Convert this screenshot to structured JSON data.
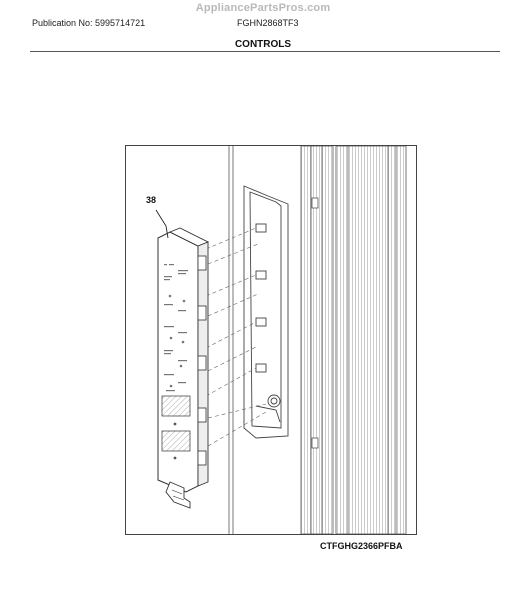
{
  "header": {
    "watermark": "AppliancePartsPros.com",
    "publication_number": "Publication No: 5995714721",
    "model_number": "FGHN2868TF3",
    "section_title": "CONTROLS"
  },
  "diagram": {
    "callouts": [
      "38"
    ],
    "figure_code": "CTFGHG2366PFBA"
  }
}
